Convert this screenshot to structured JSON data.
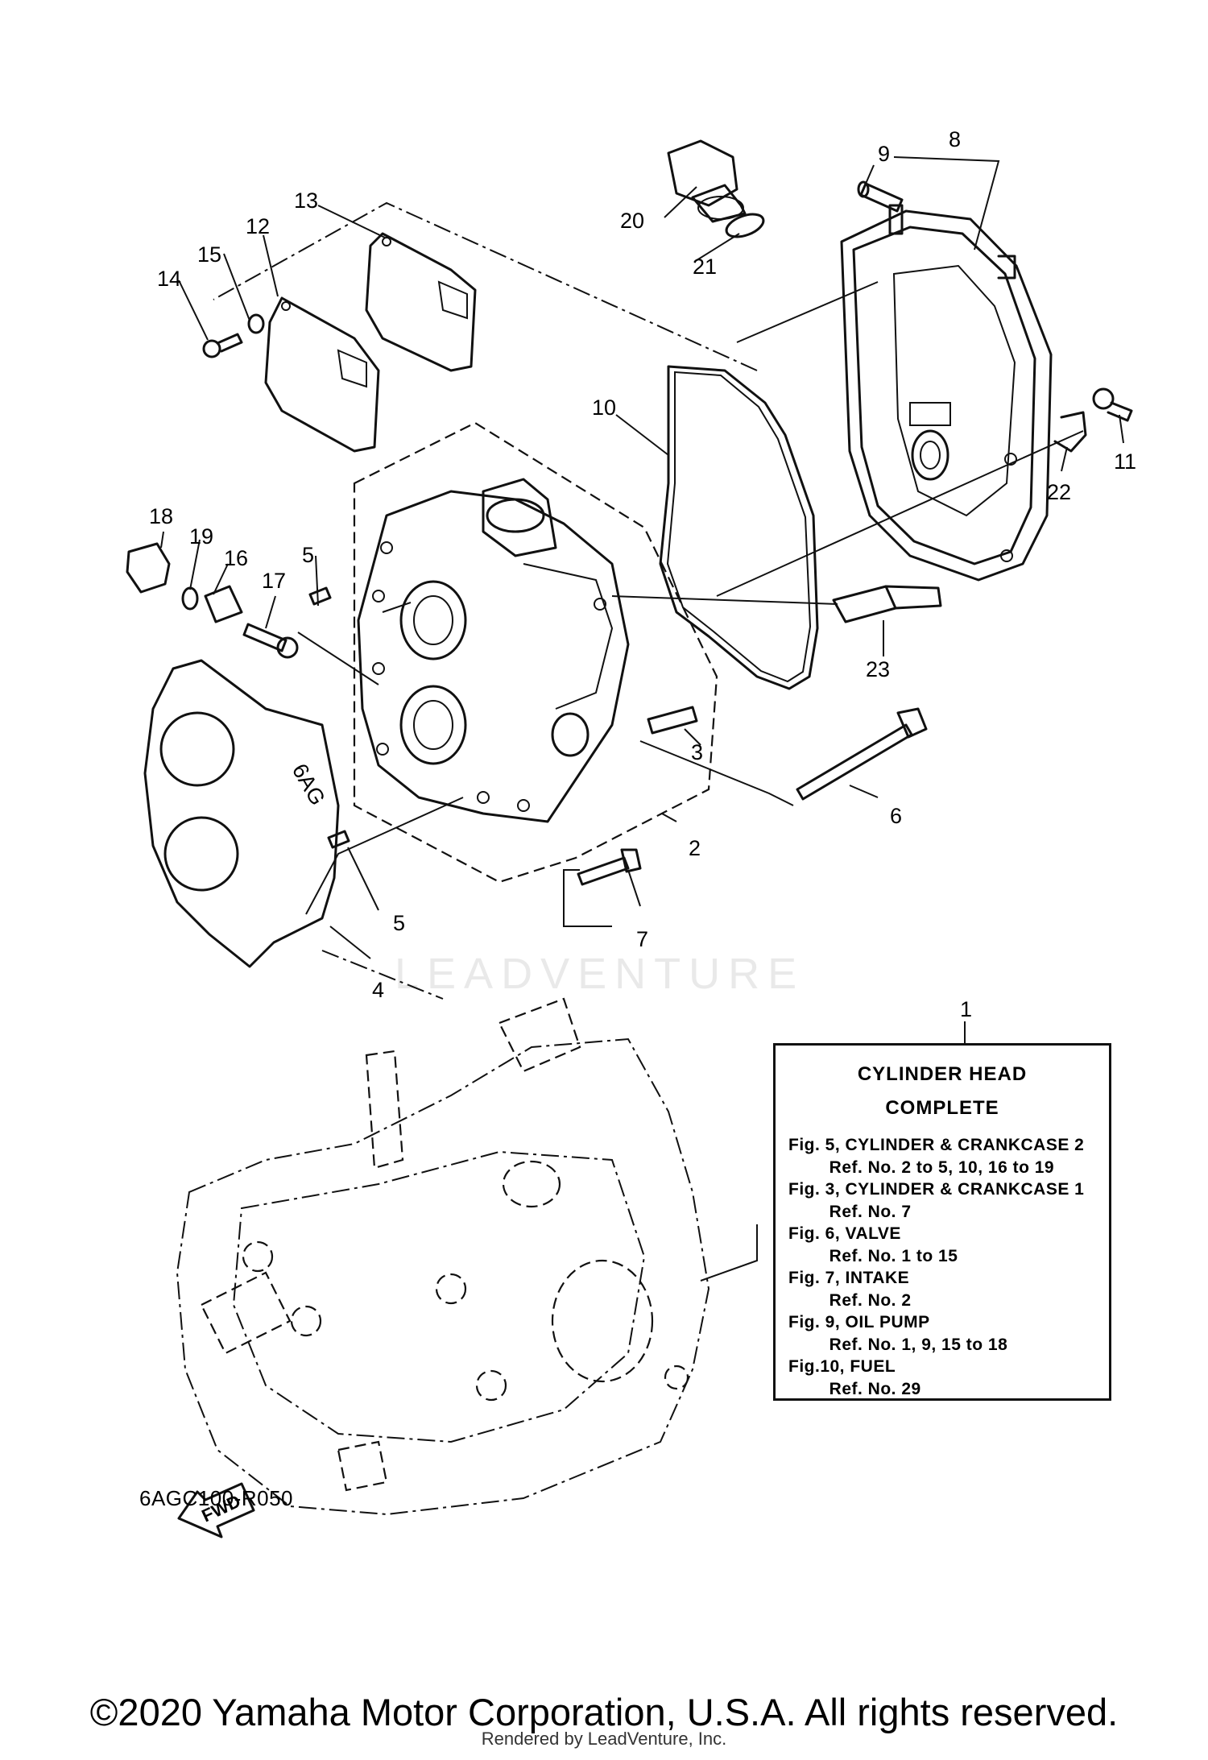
{
  "diagram": {
    "callouts": [
      "1",
      "2",
      "3",
      "4",
      "5",
      "5",
      "6",
      "7",
      "8",
      "9",
      "10",
      "11",
      "12",
      "13",
      "14",
      "15",
      "16",
      "17",
      "18",
      "19",
      "20",
      "21",
      "22",
      "23"
    ],
    "fwd_arrow_label": "FWD",
    "gasket_mark": "6AG",
    "code": "6AGC100-R050"
  },
  "note": {
    "title_line1": "CYLINDER HEAD",
    "title_line2": "COMPLETE",
    "lines": [
      "Fig. 5, CYLINDER & CRANKCASE 2",
      "        Ref. No. 2 to 5, 10, 16 to 19",
      "Fig. 3, CYLINDER & CRANKCASE 1",
      "        Ref. No. 7",
      "Fig. 6, VALVE",
      "        Ref. No. 1 to 15",
      "Fig. 7, INTAKE",
      "        Ref. No. 2",
      "Fig. 9, OIL PUMP",
      "        Ref. No. 1, 9, 15 to 18",
      "Fig.10, FUEL",
      "        Ref. No. 29"
    ]
  },
  "watermark": "LEADVENTURE",
  "footer": {
    "copyright": "©2020 Yamaha Motor Corporation, U.S.A. All rights reserved.",
    "rendered_by": "Rendered by LeadVenture, Inc."
  }
}
